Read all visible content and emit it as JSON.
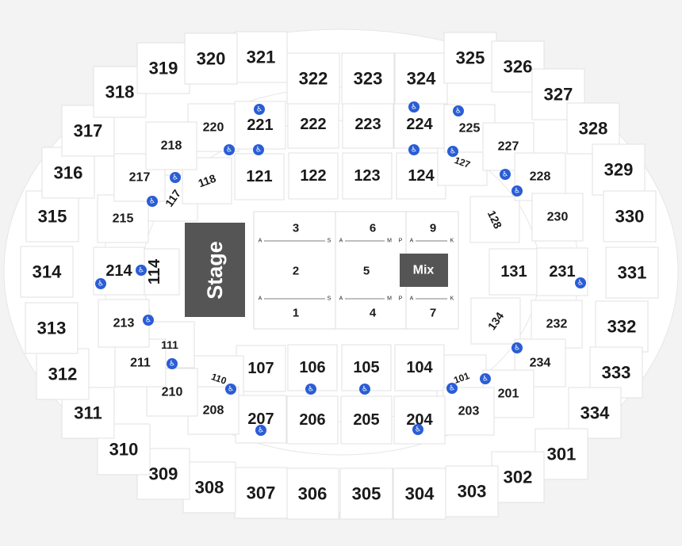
{
  "stage": {
    "label": "Stage",
    "color": "#555555",
    "text_color": "#ffffff"
  },
  "mix": {
    "label": "Mix",
    "color": "#555555",
    "text_color": "#ffffff"
  },
  "accessible_icon": {
    "name": "wheelchair-icon",
    "color": "#2a5dd6"
  },
  "floor_sections": [
    "3",
    "6",
    "9",
    "2",
    "5",
    "1",
    "4",
    "7"
  ],
  "floor_rows": [
    {
      "id": "3",
      "start": "A",
      "end": "S"
    },
    {
      "id": "6",
      "start": "A",
      "end": "M"
    },
    {
      "id": "9",
      "start": "A",
      "end": "K"
    },
    {
      "id": "1",
      "start": "A",
      "end": "S"
    },
    {
      "id": "4",
      "start": "A",
      "end": "M"
    },
    {
      "id": "7",
      "start": "A",
      "end": "K"
    }
  ],
  "floor_row_extra": [
    "P",
    "P"
  ],
  "sections_100": [
    "121",
    "122",
    "123",
    "124",
    "127",
    "128",
    "131",
    "134",
    "101",
    "104",
    "105",
    "106",
    "107",
    "110",
    "111",
    "114",
    "117",
    "118"
  ],
  "sections_200": [
    "220",
    "221",
    "222",
    "223",
    "224",
    "225",
    "227",
    "228",
    "230",
    "231",
    "232",
    "234",
    "201",
    "203",
    "204",
    "205",
    "206",
    "207",
    "208",
    "210",
    "211",
    "213",
    "214",
    "215",
    "217",
    "218"
  ],
  "sections_300": [
    "321",
    "322",
    "323",
    "324",
    "325",
    "326",
    "327",
    "328",
    "329",
    "330",
    "331",
    "332",
    "333",
    "334",
    "301",
    "302",
    "303",
    "304",
    "305",
    "306",
    "307",
    "308",
    "309",
    "310",
    "311",
    "312",
    "313",
    "314",
    "315",
    "316",
    "317",
    "318",
    "319",
    "320"
  ]
}
